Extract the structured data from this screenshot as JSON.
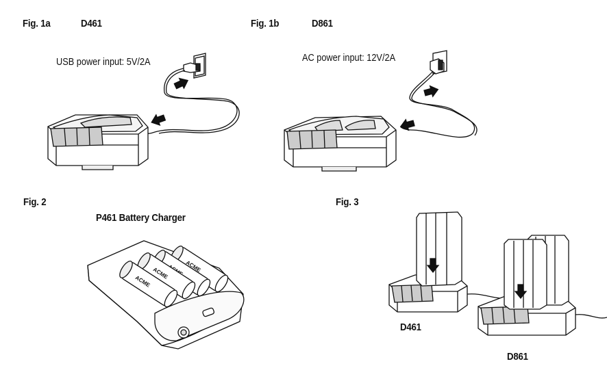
{
  "fig1a": {
    "label": "Fig. 1a",
    "model": "D461",
    "caption": "USB power input: 5V/2A"
  },
  "fig1b": {
    "label": "Fig. 1b",
    "model": "D861",
    "caption": "AC power input: 12V/2A"
  },
  "fig2": {
    "label": "Fig. 2",
    "title": "P461 Battery Charger",
    "battery_text": "ACME"
  },
  "fig3": {
    "label": "Fig. 3",
    "model_a": "D461",
    "model_b": "D861"
  }
}
